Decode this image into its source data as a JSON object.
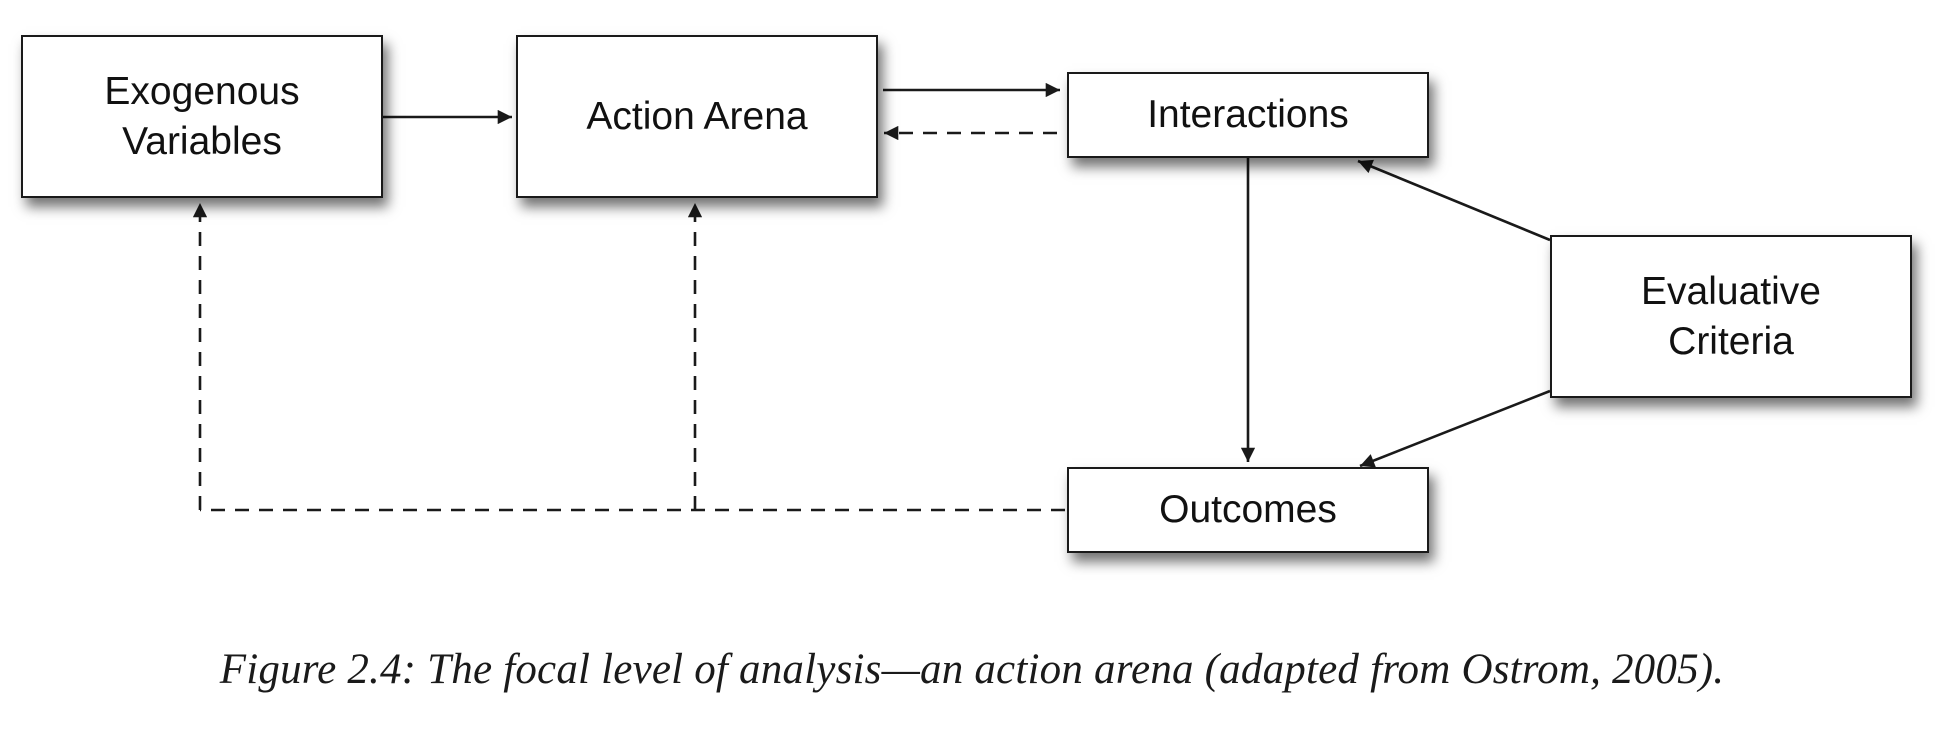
{
  "diagram": {
    "nodes": {
      "exogenous": {
        "label": "Exogenous\nVariables"
      },
      "action_arena": {
        "label": "Action Arena"
      },
      "interactions": {
        "label": "Interactions"
      },
      "outcomes": {
        "label": "Outcomes"
      },
      "evaluative_criteria": {
        "label": "Evaluative\nCriteria"
      }
    },
    "edges": [
      {
        "from": "exogenous",
        "to": "action_arena",
        "style": "solid"
      },
      {
        "from": "action_arena",
        "to": "interactions",
        "style": "solid"
      },
      {
        "from": "interactions",
        "to": "action_arena",
        "style": "dashed"
      },
      {
        "from": "interactions",
        "to": "outcomes",
        "style": "solid"
      },
      {
        "from": "evaluative_criteria",
        "to": "interactions",
        "style": "solid"
      },
      {
        "from": "evaluative_criteria",
        "to": "outcomes",
        "style": "solid"
      },
      {
        "from": "outcomes",
        "to": "action_arena",
        "style": "dashed"
      },
      {
        "from": "outcomes",
        "to": "exogenous",
        "style": "dashed"
      }
    ],
    "colors": {
      "stroke": "#1a1a1a",
      "box_fill": "#ffffff"
    }
  },
  "caption": "Figure 2.4: The focal level of analysis—an action arena (adapted from Ostrom, 2005)."
}
